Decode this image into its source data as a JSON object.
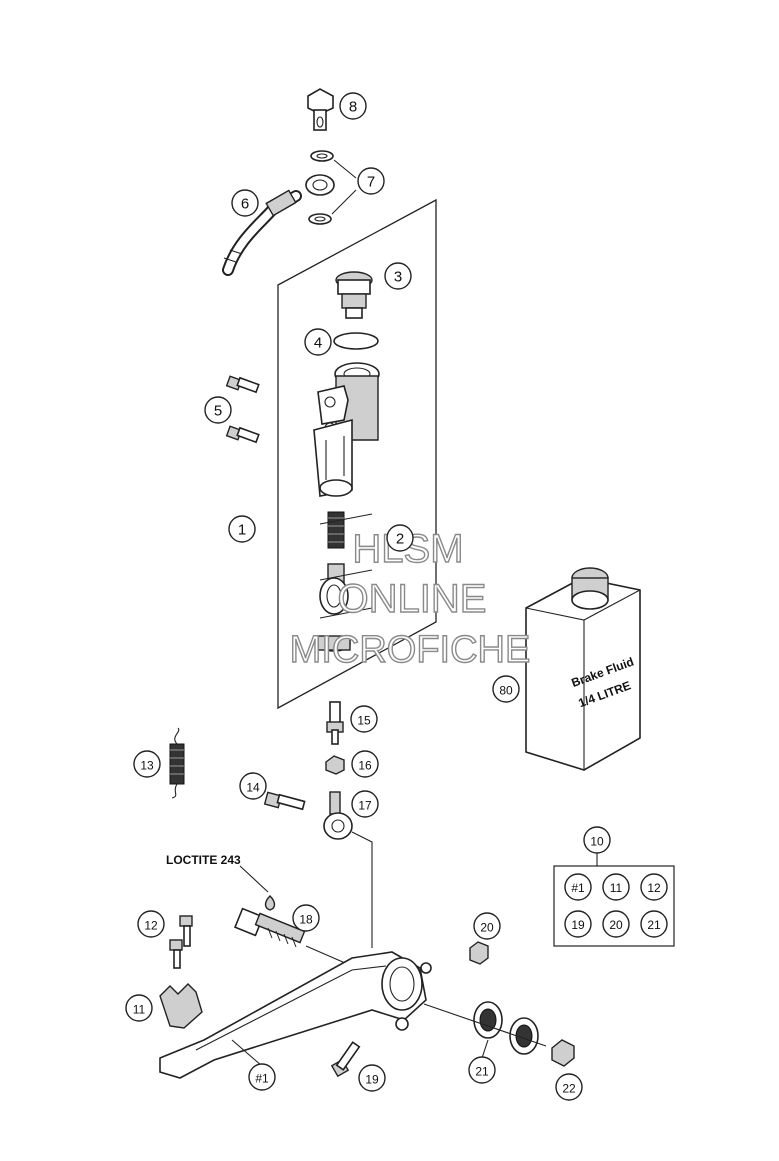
{
  "callouts": [
    {
      "id": "c8",
      "label": "8"
    },
    {
      "id": "c7",
      "label": "7"
    },
    {
      "id": "c6",
      "label": "6"
    },
    {
      "id": "c3",
      "label": "3"
    },
    {
      "id": "c4",
      "label": "4"
    },
    {
      "id": "c5",
      "label": "5"
    },
    {
      "id": "c1",
      "label": "1"
    },
    {
      "id": "c2",
      "label": "2"
    },
    {
      "id": "c80",
      "label": "80"
    },
    {
      "id": "c15",
      "label": "15"
    },
    {
      "id": "c16",
      "label": "16"
    },
    {
      "id": "c13",
      "label": "13"
    },
    {
      "id": "c14",
      "label": "14"
    },
    {
      "id": "c17",
      "label": "17"
    },
    {
      "id": "c10",
      "label": "10"
    },
    {
      "id": "c18",
      "label": "18"
    },
    {
      "id": "c12a",
      "label": "12"
    },
    {
      "id": "c20",
      "label": "20"
    },
    {
      "id": "c11",
      "label": "11"
    },
    {
      "id": "c21",
      "label": "21"
    },
    {
      "id": "c19",
      "label": "19"
    },
    {
      "id": "c22",
      "label": "22"
    },
    {
      "id": "cpedal",
      "label": "#1"
    }
  ],
  "kit_box": {
    "items": [
      "#1",
      "11",
      "12",
      "19",
      "20",
      "21"
    ]
  },
  "loctite_label": "LOCTITE 243",
  "bottle": {
    "line1": "Brake Fluid",
    "line2": "1/4 LITRE"
  },
  "watermark": {
    "line1": "HLSM",
    "line2": "ONLINE",
    "line3": "MICROFICHE"
  }
}
